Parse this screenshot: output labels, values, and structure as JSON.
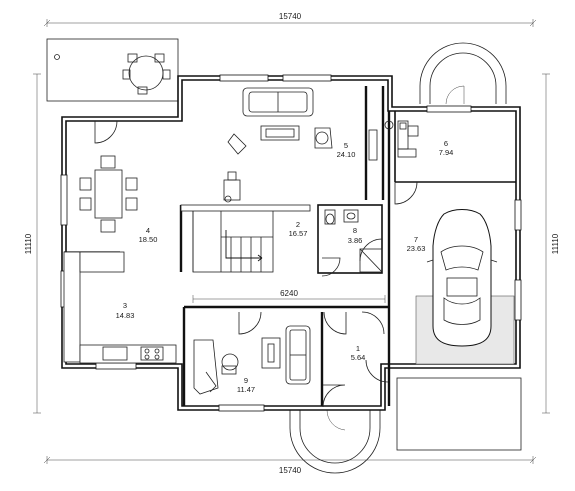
{
  "dimensions": {
    "top_total": "15740",
    "bottom_total": "15740",
    "left_total": "11110",
    "right_total": "11110",
    "inner_width": "6240"
  },
  "rooms": [
    {
      "id": "1",
      "area": "5.64"
    },
    {
      "id": "2",
      "area": "16.57"
    },
    {
      "id": "3",
      "area": "14.83"
    },
    {
      "id": "4",
      "area": "18.50"
    },
    {
      "id": "5",
      "area": "24.10"
    },
    {
      "id": "6",
      "area": "7.94"
    },
    {
      "id": "7",
      "area": "23.63"
    },
    {
      "id": "8",
      "area": "3.86"
    },
    {
      "id": "9",
      "area": "11.47"
    }
  ]
}
